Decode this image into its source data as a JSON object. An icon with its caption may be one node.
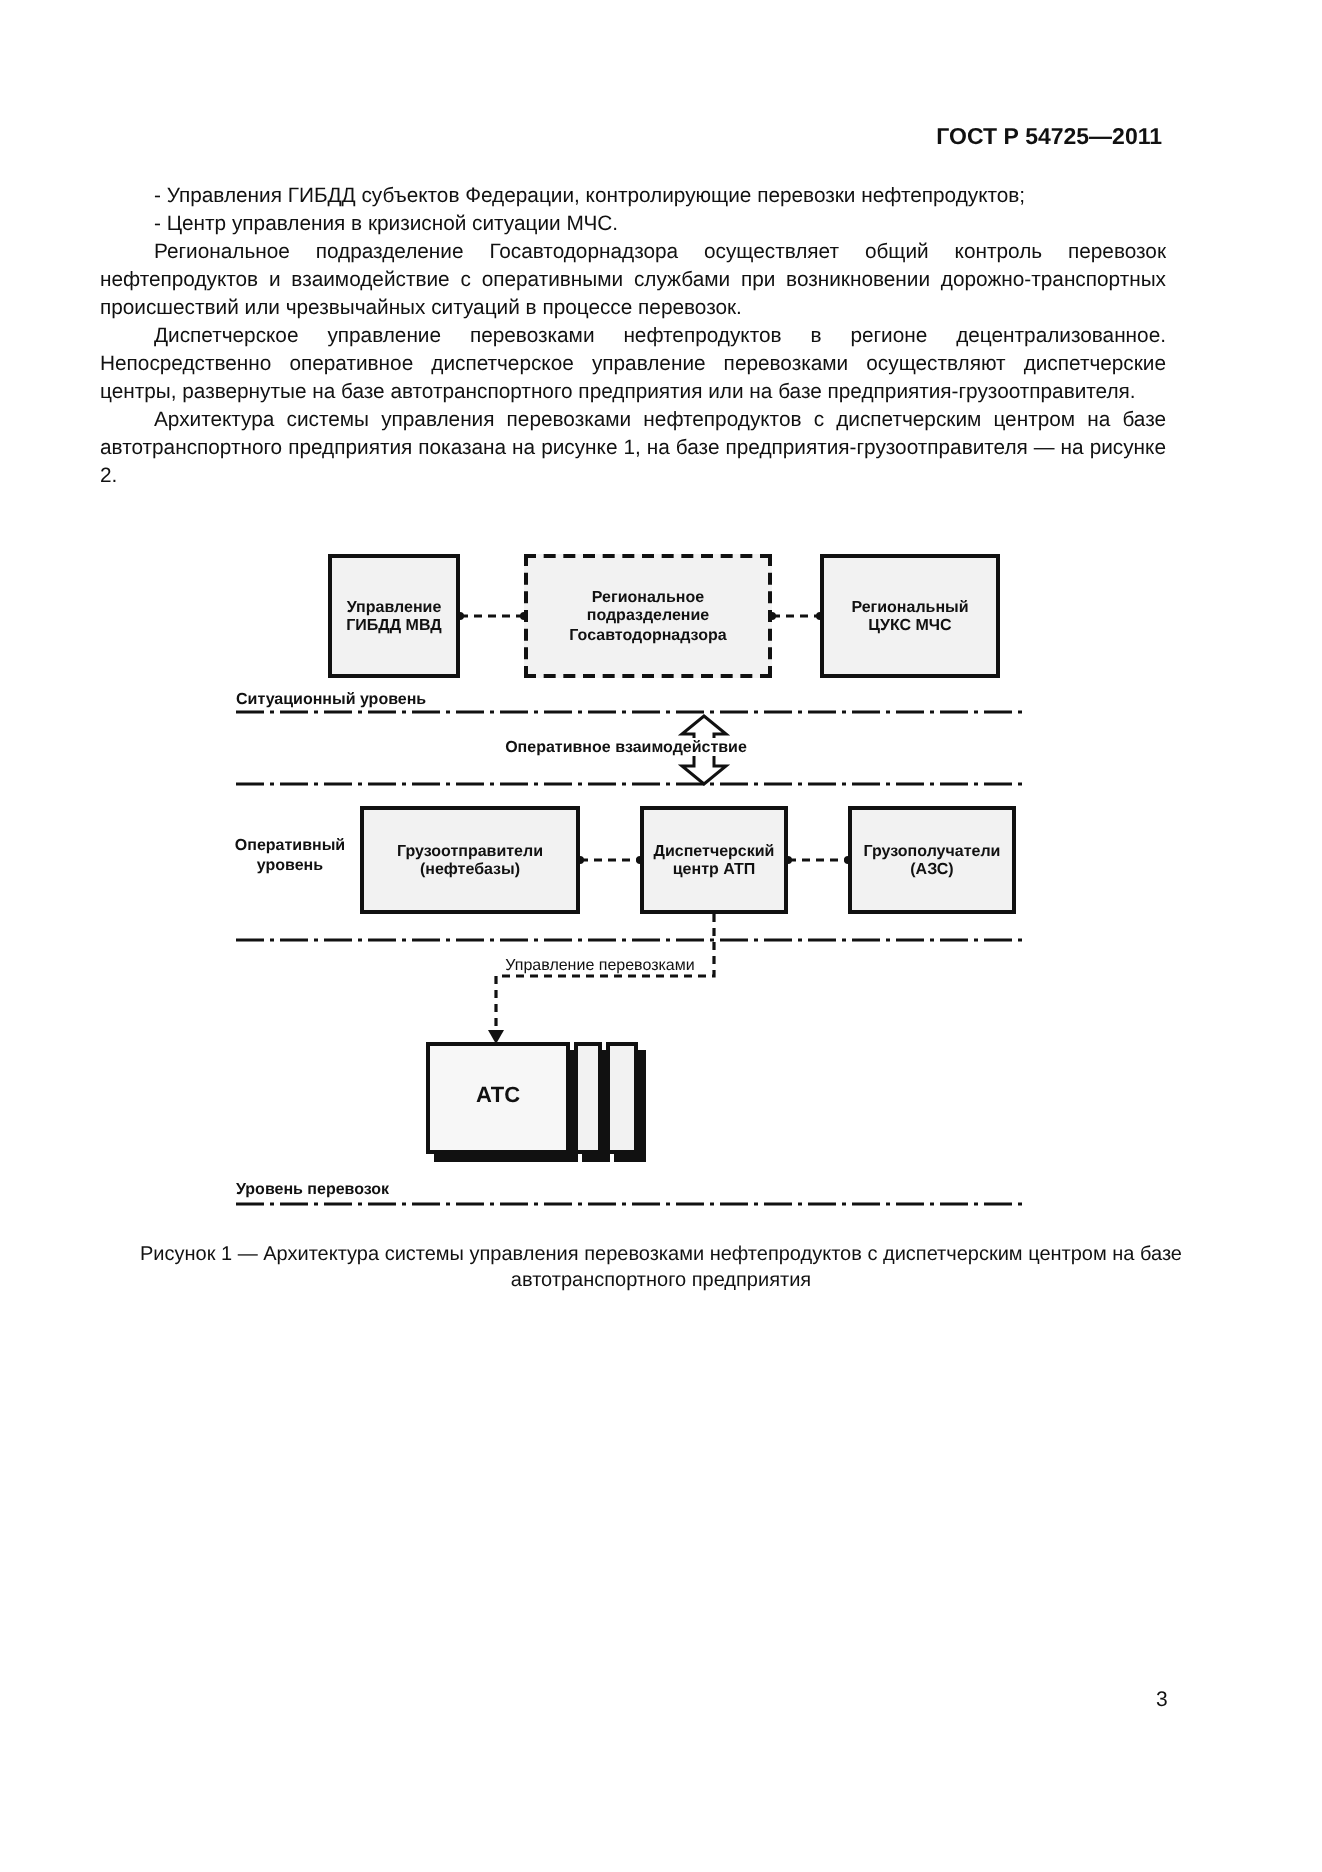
{
  "diagram": {
    "title": "ГОСТ Р 54725—2011",
    "caption": "Рисунок 1 — Архитектура системы управления перевозками нефтепродуктов с диспетчерским центром на базе автотранспортного предприятия",
    "nodes": [
      {
        "text": [
          "Управление ГИБДД МВД"
        ]
      },
      {
        "text": [
          "Региональное подразделение Госавтодорнадзора"
        ]
      },
      {
        "text": [
          "Региональный ЦУКС МЧС"
        ]
      },
      {
        "text": [
          "Грузоотправители (нефтебазы)"
        ]
      },
      {
        "text": [
          "Диспетчерский центр АТП"
        ]
      },
      {
        "text": [
          "Грузополучатели (АЗС)"
        ]
      },
      {
        "text": [
          "АТС"
        ]
      },
      {
        "text": [],
        "shape": "box"
      },
      {
        "text": [],
        "shape": "box"
      }
    ],
    "edges": [
      {
        "from": 0,
        "to": 1,
        "arrow": "other",
        "style": "dashed"
      },
      {
        "from": 1,
        "to": 2,
        "arrow": "other",
        "style": "dashed"
      },
      {
        "from": 3,
        "to": 4,
        "arrow": "other",
        "style": "dashed"
      },
      {
        "from": 4,
        "to": 5,
        "arrow": "other",
        "style": "dashed"
      },
      {
        "from": 4,
        "to": 6,
        "arrow": "to",
        "style": "dashed",
        "label": "Управление перевозками"
      },
      {
        "from": 1,
        "to": 4,
        "arrow": "both",
        "style": "thick",
        "label": "Оперативное взаимодействие"
      }
    ],
    "labels": [
      "- Управления ГИБДД субъектов Федерации, контролирующие перевозки нефтепродуктов;",
      "- Центр управления в кризисной ситуации МЧС.",
      "Региональное подразделение Госавтодорнадзора осуществляет общий контроль перевозок нефтепродуктов и взаимодействие с оперативными службами при возникновении дорожно-транспортных происшествий или чрезвычайных ситуаций в процессе перевозок.",
      "Диспетчерское управление перевозками нефтепродуктов в регионе децентрализованное. Непосредственно оперативное диспетчерское управление перевозками осуществляют диспетчерские центры, развернутые на базе автотранспортного предприятия или на базе предприятия-грузоотправителя.",
      "Архитектура системы управления перевозками нефтепродуктов с диспетчерским центром на базе автотранспортного предприятия показана на рисунке 1, на базе предприятия-грузоотправителя — на рисунке 2.",
      "Ситуационный уровень",
      "Оперативный уровень",
      "Уровень перевозок",
      "3"
    ]
  }
}
